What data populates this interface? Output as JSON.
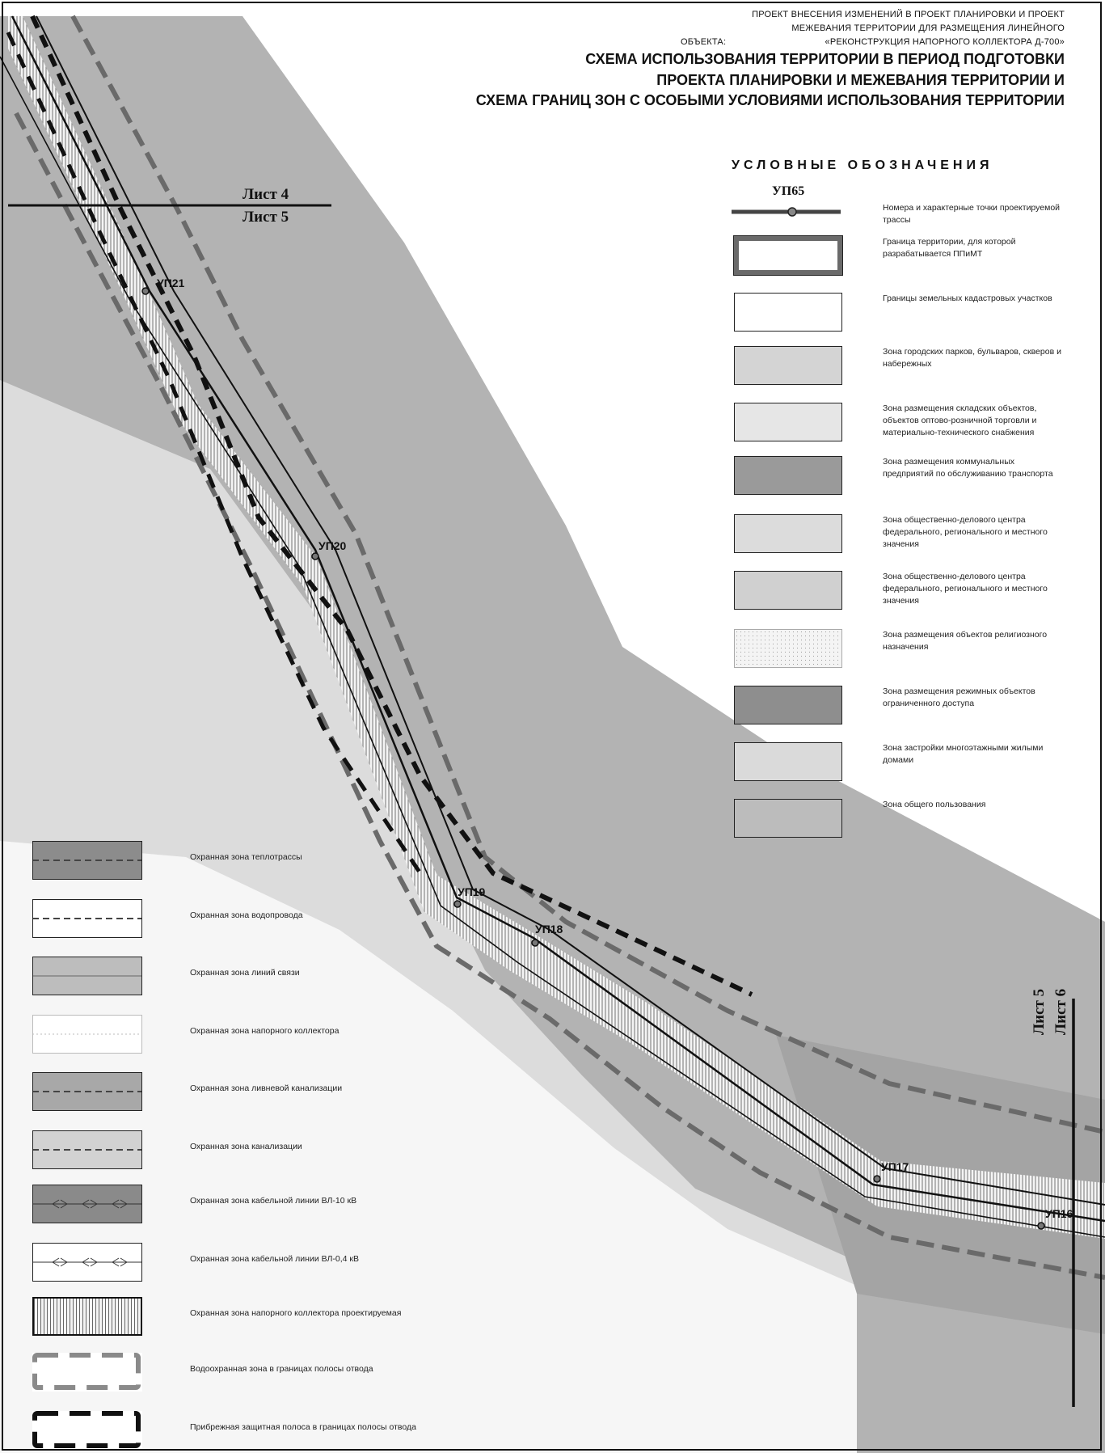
{
  "header": {
    "line1": "ПРОЕКТ ВНЕСЕНИЯ ИЗМЕНЕНИЙ В ПРОЕКТ ПЛАНИРОВКИ И ПРОЕКТ",
    "line2": "МЕЖЕВАНИЯ ТЕРРИТОРИИ ДЛЯ РАЗМЕЩЕНИЯ ЛИНЕЙНОГО",
    "line3_left": "ОБЪЕКТА:",
    "line3_right": "«РЕКОНСТРУКЦИЯ НАПОРНОГО КОЛЛЕКТОРА Д-700»",
    "title1": "СХЕМА ИСПОЛЬЗОВАНИЯ ТЕРРИТОРИИ В ПЕРИОД ПОДГОТОВКИ",
    "title2": "ПРОЕКТА ПЛАНИРОВКИ И МЕЖЕВАНИЯ ТЕРРИТОРИИ И",
    "title3": "СХЕМА ГРАНИЦ ЗОН С ОСОБЫМИ УСЛОВИЯМИ ИСПОЛЬЗОВАНИЯ ТЕРРИТОРИИ"
  },
  "legend": {
    "title": "УСЛОВНЫЕ ОБОЗНАЧЕНИЯ",
    "sample_point": "УП65",
    "items": [
      {
        "text": "Номера и характерные точки проектируемой трассы",
        "fill": "#ffffff",
        "style": "point"
      },
      {
        "text": "Граница территории, для которой разрабатывается ППиМТ",
        "fill": "#ffffff",
        "style": "thick"
      },
      {
        "text": "Границы земельных кадастровых участков",
        "fill": "#ffffff",
        "style": "plain"
      },
      {
        "text": "Зона городских парков, бульваров, скверов и набережных",
        "fill": "#d4d4d4",
        "style": "plain"
      },
      {
        "text": "Зона размещения складских объектов, объектов оптово-розничной торговли и материально-технического снабжения",
        "fill": "#e6e6e6",
        "style": "plain"
      },
      {
        "text": "Зона размещения коммунальных предприятий по обслуживанию транспорта",
        "fill": "#9a9a9a",
        "style": "plain"
      },
      {
        "text": "Зона общественно-делового центра федерального, регионального и местного значения",
        "fill": "#dcdcdc",
        "style": "plain"
      },
      {
        "text": "Зона общественно-делового центра федерального, регионального и местного значения",
        "fill": "#d0d0d0",
        "style": "plain"
      },
      {
        "text": "Зона размещения объектов религиозного назначения",
        "fill": "#f4f4f4",
        "style": "dots"
      },
      {
        "text": "Зона размещения режимных объектов ограниченного доступа",
        "fill": "#8e8e8e",
        "style": "plain"
      },
      {
        "text": "Зона застройки многоэтажными жилыми домами",
        "fill": "#dadada",
        "style": "plain"
      },
      {
        "text": "Зона общего пользования",
        "fill": "#bcbcbc",
        "style": "plain"
      }
    ]
  },
  "protection_legend": [
    {
      "text": "Охранная зона теплотрассы",
      "fill": "#8c8c8c",
      "style": "dash-line"
    },
    {
      "text": "Охранная зона водопровода",
      "fill": "#ffffff",
      "style": "dash-line"
    },
    {
      "text": "Охранная зона линий связи",
      "fill": "#bdbdbd",
      "style": "thin-line"
    },
    {
      "text": "Охранная зона напорного коллектора",
      "fill": "#ffffff",
      "style": "light-border"
    },
    {
      "text": "Охранная зона ливневой канализации",
      "fill": "#a8a8a8",
      "style": "dash-line"
    },
    {
      "text": "Охранная зона канализации",
      "fill": "#d2d2d2",
      "style": "dash-line"
    },
    {
      "text": "Охранная зона кабельной линии ВЛ-10 кВ",
      "fill": "#8a8a8a",
      "style": "arrow-line"
    },
    {
      "text": "Охранная зона кабельной линии ВЛ-0,4 кВ",
      "fill": "#ffffff",
      "style": "arrow-line"
    },
    {
      "text": "Охранная зона напорного коллектора проектируемая",
      "fill": "#ffffff",
      "style": "hatch"
    },
    {
      "text": "Водоохранная зона в границах полосы отвода",
      "fill": "#ffffff",
      "style": "dashed-gray"
    },
    {
      "text": "Прибрежная защитная полоса в границах полосы отвода",
      "fill": "#ffffff",
      "style": "dashed-black"
    }
  ],
  "sheets": {
    "sheet4": "Лист 4",
    "sheet5_top": "Лист 5",
    "sheet5_right": "Лист 5",
    "sheet6": "Лист 6"
  },
  "points": [
    {
      "label": "УП21"
    },
    {
      "label": "УП20"
    },
    {
      "label": "УП19"
    },
    {
      "label": "УП18"
    },
    {
      "label": "УП17"
    },
    {
      "label": "УП16"
    }
  ],
  "colors": {
    "zone_main": "#b3b3b3",
    "zone_light": "#dedede",
    "corridor": "#f2f2f2",
    "dash_gray": "#6e6e6e",
    "dash_black": "#111111"
  }
}
